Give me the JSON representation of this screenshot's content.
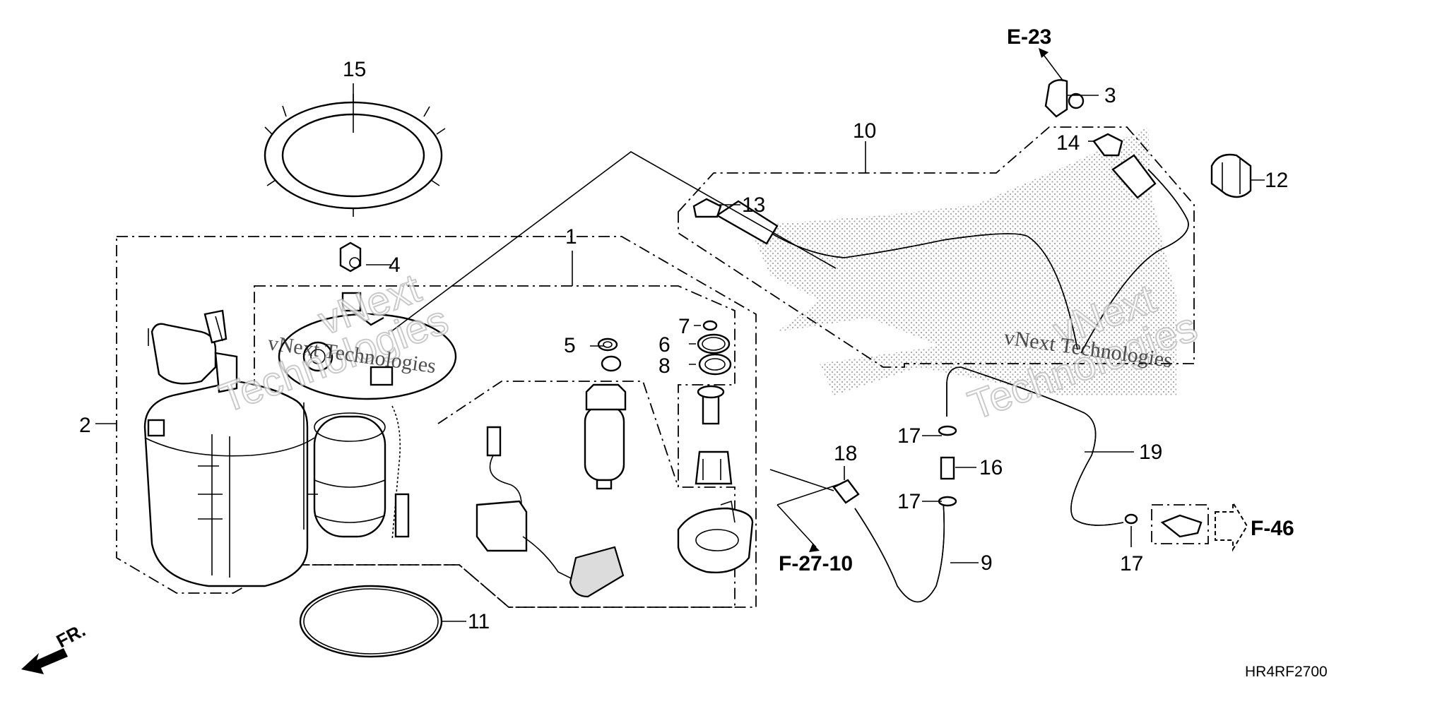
{
  "diagram": {
    "part_numbers": {
      "p1": "1",
      "p2": "2",
      "p3": "3",
      "p4": "4",
      "p5": "5",
      "p6": "6",
      "p7": "7",
      "p8": "8",
      "p9": "9",
      "p10": "10",
      "p11": "11",
      "p12": "12",
      "p13": "13",
      "p14": "14",
      "p15": "15",
      "p16": "16",
      "p17a": "17",
      "p17b": "17",
      "p17c": "17",
      "p18": "18",
      "p19": "19"
    },
    "references": {
      "e23": "E-23",
      "f46": "F-46",
      "f2710": "F-27-10"
    },
    "direction": "FR.",
    "diagram_code": "HR4RF2700",
    "watermark": {
      "line1": "vNext",
      "line2": "Technologies",
      "brand": "vNext Technologies"
    }
  }
}
